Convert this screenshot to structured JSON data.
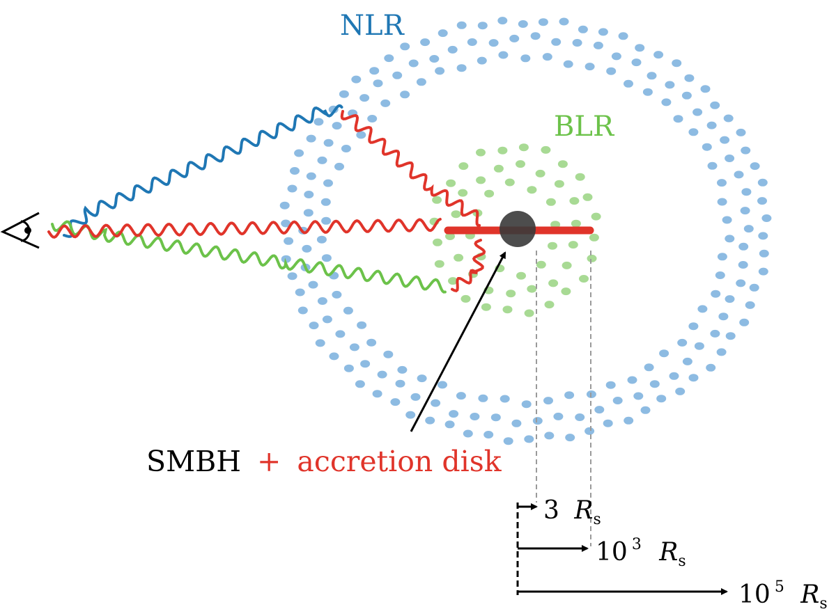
{
  "labels": {
    "nlr": "NLR",
    "blr": "BLR",
    "smbh": "SMBH",
    "plus": "+",
    "accretion": "accretion disk"
  },
  "scales": [
    {
      "coef": "3",
      "exp": "",
      "unit_main": "R",
      "unit_sub": "s"
    },
    {
      "coef": "10",
      "exp": "3",
      "unit_main": "R",
      "unit_sub": "s"
    },
    {
      "coef": "10",
      "exp": "5",
      "unit_main": "R",
      "unit_sub": "s"
    }
  ],
  "colors": {
    "nlr": "#1f77b4",
    "nlr_dots": "#8dbbe2",
    "blr": "#6cc24a",
    "blr_dots": "#a8da94",
    "disk": "#e0342a",
    "smbh": "#3a3a3a",
    "guide": "#9a9a9a",
    "ink": "#000000"
  },
  "icons": {
    "observer": "eye-icon"
  }
}
